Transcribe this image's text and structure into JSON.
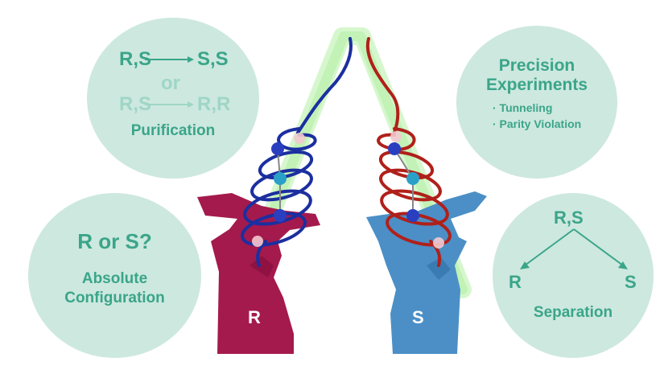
{
  "colors": {
    "bubble": "#cde8df",
    "text": "#3aa589",
    "text_faded": "#9fd6c6",
    "hand_r": "#a51a4d",
    "hand_s": "#4b8fc6",
    "helix_r": "#1b2fa0",
    "helix_s": "#b0201a",
    "glow": "#c9f5c0"
  },
  "purification": {
    "reaction1_left": "R,S",
    "reaction1_right": "S,S",
    "connector": "or",
    "reaction2_left": "R,S",
    "reaction2_right": "R,R",
    "label": "Purification"
  },
  "precision": {
    "title_line1": "Precision",
    "title_line2": "Experiments",
    "items": [
      "· Tunneling",
      "· Parity Violation"
    ]
  },
  "absolute": {
    "question": "R or S?",
    "label_line1": "Absolute",
    "label_line2": "Configuration"
  },
  "separation": {
    "top": "R,S",
    "left": "R",
    "right": "S",
    "label": "Separation"
  },
  "hands": {
    "left_label": "R",
    "right_label": "S"
  }
}
